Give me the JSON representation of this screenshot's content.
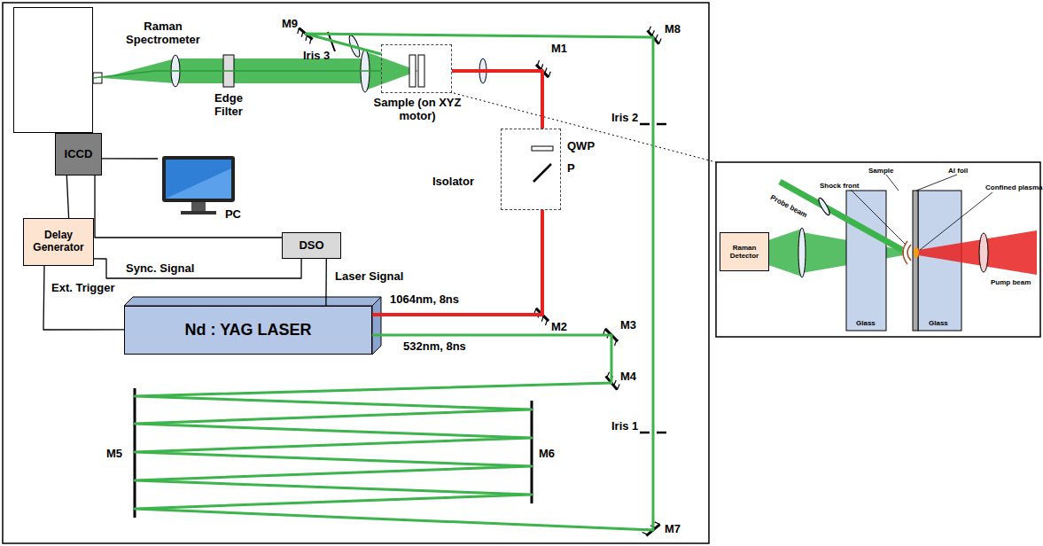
{
  "diagram": {
    "nodes": [
      {
        "text": [
          "Raman Spectrometer"
        ]
      },
      {
        "text": [
          "ICCD"
        ]
      },
      {
        "text": [
          "PC"
        ]
      },
      {
        "text": [
          "Delay Generator"
        ]
      },
      {
        "text": [
          "DSO"
        ]
      },
      {
        "text": [
          "Nd : YAG LASER"
        ]
      },
      {
        "text": [
          "Isolator"
        ]
      },
      {
        "text": [
          "Sample (on XYZ motor)"
        ]
      },
      {
        "text": [
          "Raman Detector"
        ]
      }
    ],
    "edges": [
      {
        "from": 1,
        "to": 2,
        "arrow": "none"
      },
      {
        "from": 1,
        "to": 3,
        "arrow": "none"
      },
      {
        "from": 1,
        "to": 4,
        "arrow": "none"
      },
      {
        "from": 3,
        "to": 4,
        "label": "Sync. Signal",
        "arrow": "none"
      },
      {
        "from": 3,
        "to": 5,
        "label": "Ext. Trigger",
        "arrow": "none"
      },
      {
        "from": 4,
        "to": 5,
        "label": "Laser Signal",
        "arrow": "none"
      },
      {
        "from": 5,
        "to": 6,
        "arrow": "none"
      },
      {
        "from": 6,
        "to": 7,
        "arrow": "none"
      },
      {
        "from": 5,
        "to": 7,
        "arrow": "none"
      },
      {
        "from": 7,
        "to": 0,
        "arrow": "none"
      }
    ],
    "labels": [
      "M9",
      "Iris 3",
      "M8",
      "M1",
      "Iris 2",
      "Edge Filter",
      "QWP",
      "P",
      "1064nm, 8ns",
      "M2",
      "M3",
      "532nm, 8ns",
      "M4",
      "Iris 1",
      "M5",
      "M6",
      "M7",
      "Sample",
      "Shock front",
      "Al foil",
      "Confined plasma",
      "Probe beam",
      "Pump beam",
      "Glass",
      "Glass"
    ]
  }
}
